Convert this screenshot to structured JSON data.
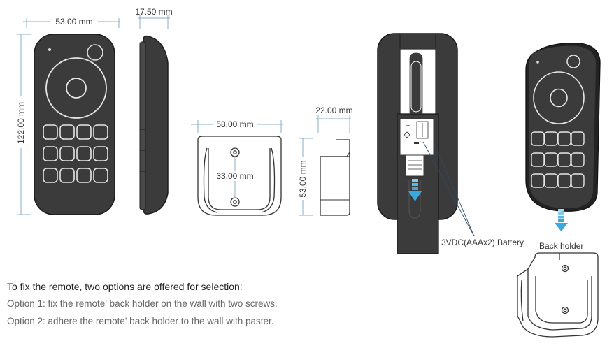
{
  "dimensions": {
    "remote_width": "53.00 mm",
    "remote_height": "122.00 mm",
    "remote_depth": "17.50 mm",
    "holder_width": "58.00 mm",
    "holder_screw_spacing": "33.00 mm",
    "holder_depth": "22.00 mm",
    "holder_height": "53.00 mm"
  },
  "labels": {
    "battery": "3VDC(AAAx2) Battery",
    "back_holder": "Back holder"
  },
  "instructions": {
    "heading": "To fix the remote, two options are offered for selection:",
    "option_1": "Option 1: fix the remote' back holder on the wall with two screws.",
    "option_2": "Option 2: adhere the remote' back holder to the wall with paster."
  },
  "colors": {
    "remote_body": "#3b3b3b",
    "outline": "#222222",
    "dimension_line": "#8aaec4",
    "arrow": "#5ab8e0"
  }
}
